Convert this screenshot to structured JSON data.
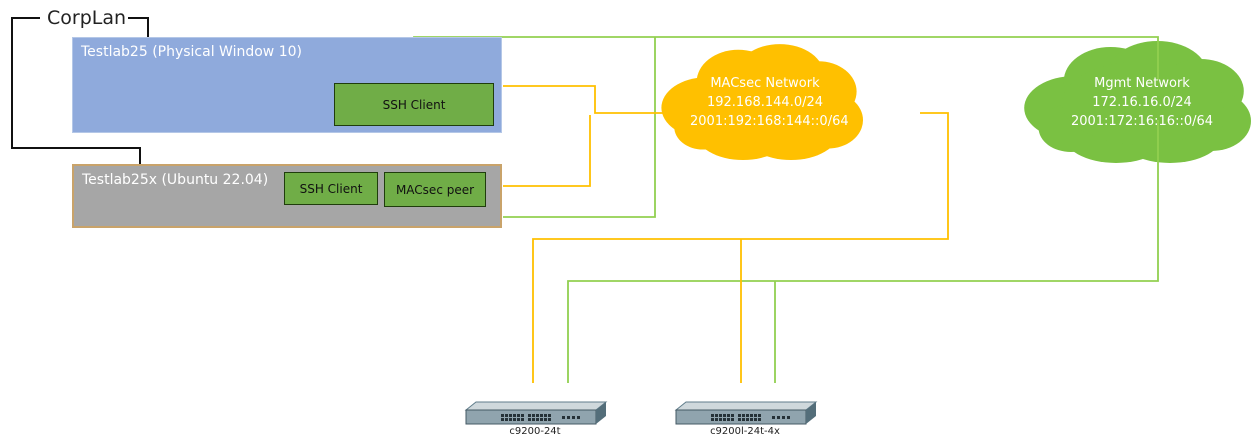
{
  "corp_lan": {
    "label": "CorpLan"
  },
  "hosts": [
    {
      "title": "Testlab25 (Physical Window 10)",
      "apps": [
        "SSH  Client"
      ]
    },
    {
      "title": "Testlab25x (Ubuntu 22.04)",
      "apps": [
        "SSH Client",
        "MACsec peer"
      ]
    }
  ],
  "networks": [
    {
      "name": "MACsec Network",
      "ipv4": "192.168.144.0/24",
      "ipv6": "2001:192:168:144::0/64",
      "color": "#ffc000"
    },
    {
      "name": "Mgmt Network",
      "ipv4": "172.16.16.0/24",
      "ipv6": "2001:172:16:16::0/64",
      "color": "#7ac142"
    }
  ],
  "switches": [
    {
      "label": "c9200-24t"
    },
    {
      "label": "c9200l-24t-4x"
    }
  ],
  "colors": {
    "macsec_link": "#ffc000",
    "mgmt_link": "#92d050"
  }
}
